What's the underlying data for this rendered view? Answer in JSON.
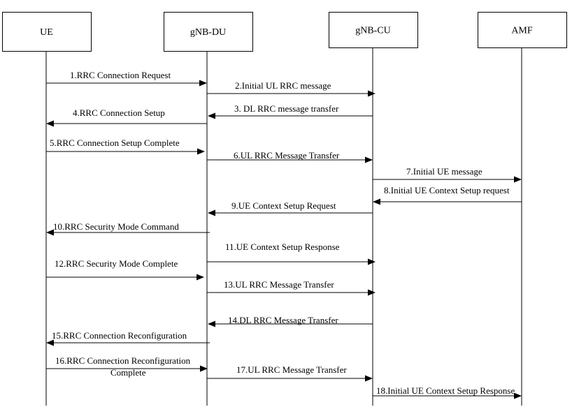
{
  "entities": [
    {
      "id": "ue",
      "label": "UE"
    },
    {
      "id": "gnb-du",
      "label": "gNB-DU"
    },
    {
      "id": "gnb-cu",
      "label": "gNB-CU"
    },
    {
      "id": "amf",
      "label": "AMF"
    }
  ],
  "messages": [
    {
      "from": "ue",
      "to": "gnb-du",
      "label": "1.RRC Connection Request"
    },
    {
      "from": "gnb-du",
      "to": "gnb-cu",
      "label": "2.Initial UL RRC message"
    },
    {
      "from": "gnb-cu",
      "to": "gnb-du",
      "label": "3. DL RRC message transfer"
    },
    {
      "from": "gnb-du",
      "to": "ue",
      "label": "4.RRC Connection Setup"
    },
    {
      "from": "ue",
      "to": "gnb-du",
      "label": "5.RRC Connection Setup Complete"
    },
    {
      "from": "gnb-du",
      "to": "gnb-cu",
      "label": "6.UL RRC Message Transfer"
    },
    {
      "from": "gnb-cu",
      "to": "amf",
      "label": "7.Initial UE message"
    },
    {
      "from": "amf",
      "to": "gnb-cu",
      "label": "8.Initial UE Context Setup request"
    },
    {
      "from": "gnb-cu",
      "to": "gnb-du",
      "label": "9.UE Context Setup Request"
    },
    {
      "from": "gnb-du",
      "to": "ue",
      "label": "10.RRC Security Mode Command"
    },
    {
      "from": "gnb-du",
      "to": "gnb-cu",
      "label": "11.UE Context Setup Response"
    },
    {
      "from": "ue",
      "to": "gnb-du",
      "label": "12.RRC Security Mode Complete"
    },
    {
      "from": "gnb-du",
      "to": "gnb-cu",
      "label": "13.UL RRC Message Transfer"
    },
    {
      "from": "gnb-cu",
      "to": "gnb-du",
      "label": "14.DL RRC Message Transfer"
    },
    {
      "from": "gnb-du",
      "to": "ue",
      "label": "15.RRC Connection Reconfiguration"
    },
    {
      "from": "ue",
      "to": "gnb-du",
      "label": "16.RRC Connection Reconfiguration",
      "label2": "Complete"
    },
    {
      "from": "gnb-du",
      "to": "gnb-cu",
      "label": "17.UL RRC Message Transfer"
    },
    {
      "from": "gnb-cu",
      "to": "amf",
      "label": "18.Initial UE Context Setup Response"
    }
  ]
}
